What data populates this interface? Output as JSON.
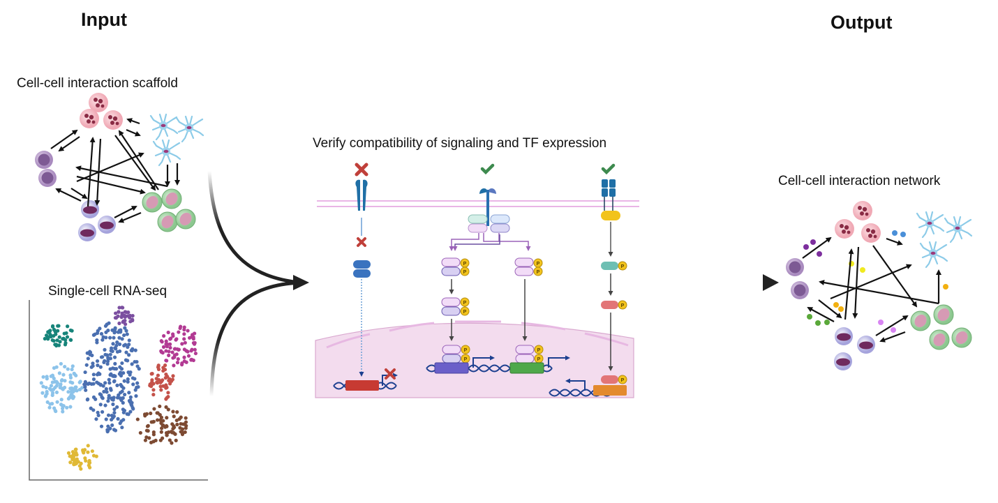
{
  "headings": {
    "input": "Input",
    "output": "Output"
  },
  "labels": {
    "scaffold": "Cell-cell interaction scaffold",
    "scrnaseq": "Single-cell RNA-seq",
    "verify": "Verify compatibility of signaling and TF expression",
    "network": "Cell-cell interaction network"
  },
  "pathways": [
    {
      "id": "pathway-1",
      "status": "incompatible",
      "status_icon": "cross-icon"
    },
    {
      "id": "pathway-2",
      "status": "compatible",
      "status_icon": "check-icon"
    },
    {
      "id": "pathway-3",
      "status": "compatible",
      "status_icon": "check-icon"
    }
  ],
  "phospho_label": "P",
  "colors": {
    "cross": "#c0403a",
    "check": "#3d8a4e",
    "membrane": "#e9b5e6",
    "nucleus": "#f3dcee",
    "receptor": "#1f6fa6",
    "phospho": "#f2c31c",
    "dna": "#1c3f8f"
  },
  "umap_clusters": [
    {
      "name": "teal",
      "color": "#17847a"
    },
    {
      "name": "purple",
      "color": "#7b4fa0"
    },
    {
      "name": "magenta",
      "color": "#b23a93"
    },
    {
      "name": "light-blue",
      "color": "#8cc3ea"
    },
    {
      "name": "blue",
      "color": "#4a6fb0"
    },
    {
      "name": "red",
      "color": "#c4524a"
    },
    {
      "name": "brown",
      "color": "#7d4a32"
    },
    {
      "name": "yellow",
      "color": "#e0b935"
    }
  ]
}
